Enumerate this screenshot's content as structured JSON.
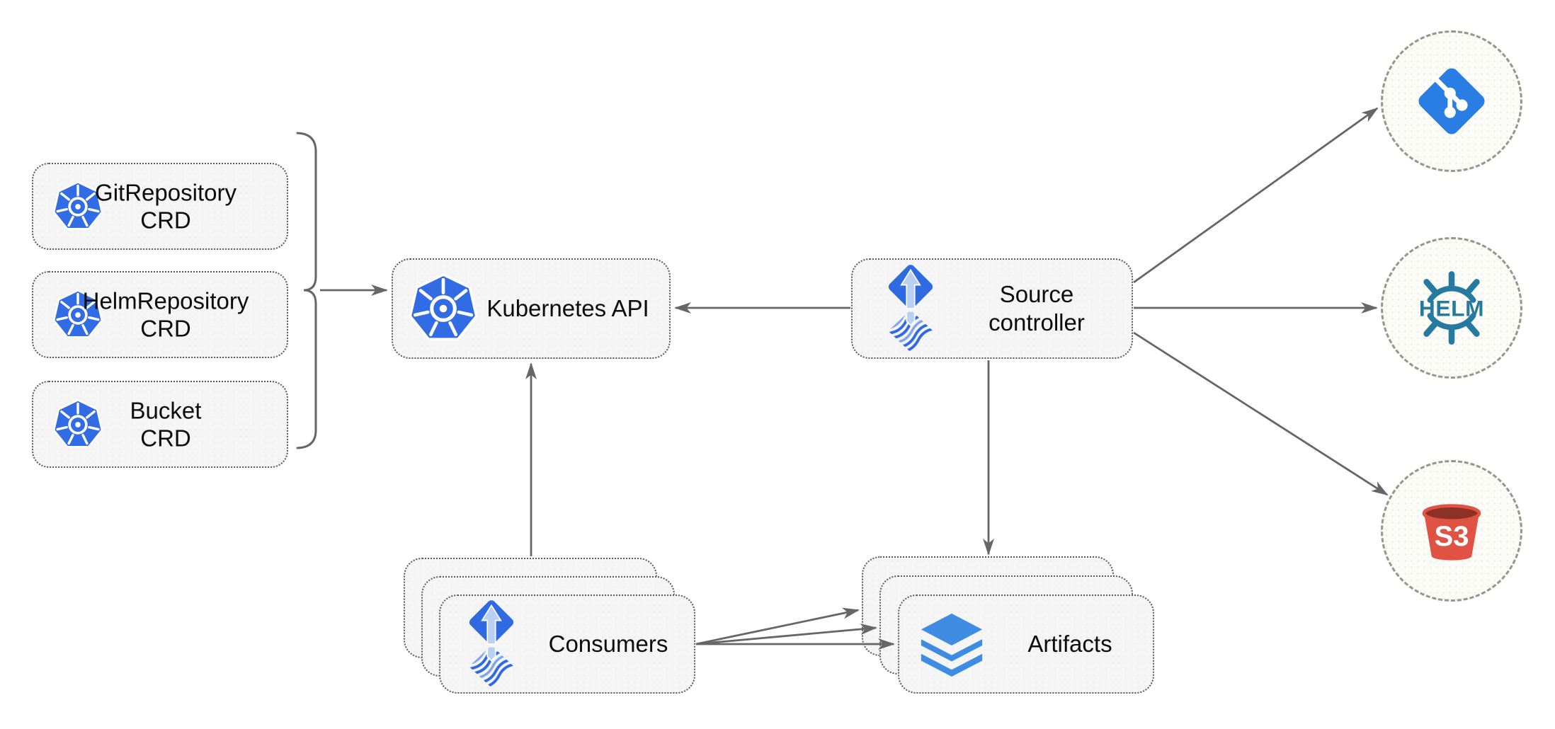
{
  "nodes": {
    "crd_boxes": [
      {
        "line1": "GitRepository",
        "line2": "CRD"
      },
      {
        "line1": "HelmRepository",
        "line2": "CRD"
      },
      {
        "line1": "Bucket",
        "line2": "CRD"
      }
    ],
    "kubernetes_api": {
      "label": "Kubernetes API"
    },
    "source_controller": {
      "line1": "Source",
      "line2": "controller"
    },
    "consumers": {
      "label": "Consumers"
    },
    "artifacts": {
      "label": "Artifacts"
    }
  },
  "logos": {
    "helm_text": "HELM",
    "s3_text": "S3"
  },
  "icons": [
    "kubernetes-icon",
    "flux-source-icon",
    "git-icon",
    "helm-icon",
    "s3-bucket-icon",
    "layers-icon"
  ],
  "colors": {
    "kubernetes_blue": "#326CE5",
    "flux_blue": "#2F6AE0",
    "flux_arrow_light": "#BACFF4",
    "git_blue": "#2A7DE2",
    "helm_teal": "#277A9F",
    "s3_red": "#E05243",
    "s3_dark_red": "#8C3123",
    "layers_blue": "#3F8DE2",
    "box_fill": "#F5F5F5",
    "border_gray": "#595959",
    "arrow_gray": "#666666"
  }
}
